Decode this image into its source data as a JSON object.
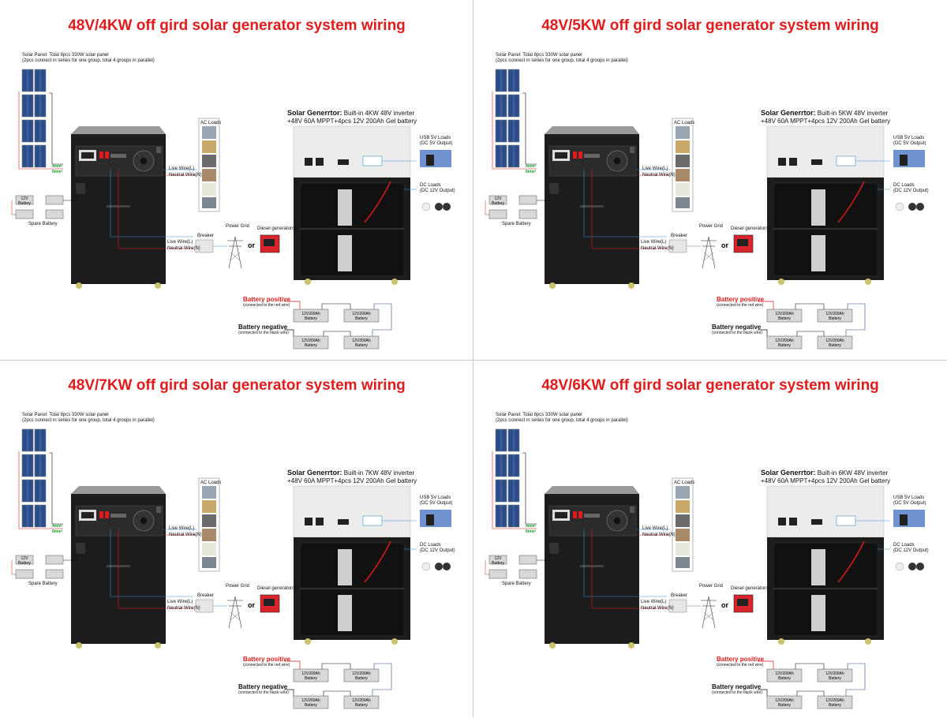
{
  "panels": [
    {
      "title": "48V/4KW off gird solar generator system wiring",
      "solar_line1": "Solar Panel: Total 8pcs  330W solar panel",
      "solar_line2": "(2pcs connect in series for one group, total 4 groups in parallel)",
      "gen_title": "Solar Generrtor:",
      "gen_spec1": "Built-in 4KW 48V inverter",
      "gen_spec2": "+48V 60A MPPT+4pcs 12V 200Ah Gel battery",
      "ac_loads": "AC Loads",
      "usb_loads": "USB 5V Loads",
      "usb_loads_sub": "(DC 5V Output)",
      "dc_loads": "DC Loads",
      "dc_loads_sub": "(DC 12V Output)",
      "live_wire": "Live Wire(L)",
      "neutral_wire": "Neutral Wire(N)",
      "live_wire2": "Live Wire(L)",
      "neutral_wire2": "Neutral Wire(N)",
      "breaker": "Breaker",
      "power_grid": "Power Grid",
      "diesel": "Diesel generators",
      "or": "or",
      "battery_positive": "Battery positive",
      "battery_positive_sub": "(connected to the red wire)",
      "battery_negative": "Battery negative",
      "battery_negative_sub": "(connected to the black wire)",
      "spare_battery": "Spare Battery",
      "wire1": "4mm²",
      "wire2": "6mm²",
      "battery_label": "12V200Ah",
      "battery_label2": "Battery",
      "small_batt": "12V",
      "small_batt2": "Battery"
    },
    {
      "title": "48V/5KW off gird solar generator system wiring",
      "solar_line1": "Solar Panel: Total 8pcs  330W solar panel",
      "solar_line2": "(2pcs connect in series for one group, total 4 groups in parallel)",
      "gen_title": "Solar Generrtor:",
      "gen_spec1": "Built-in 5KW 48V inverter",
      "gen_spec2": "+48V 60A MPPT+4pcs 12V 200Ah Gel battery",
      "ac_loads": "AC Loads",
      "usb_loads": "USB 5V Loads",
      "usb_loads_sub": "(DC 5V Output)",
      "dc_loads": "DC Loads",
      "dc_loads_sub": "(DC 12V Output)",
      "live_wire": "Live Wire(L)",
      "neutral_wire": "Neutral Wire(N)",
      "live_wire2": "Live Wire(L)",
      "neutral_wire2": "Neutral Wire(N)",
      "breaker": "Breaker",
      "power_grid": "Power Grid",
      "diesel": "Diesel generators",
      "or": "or",
      "battery_positive": "Battery positive",
      "battery_positive_sub": "(connected to the red wire)",
      "battery_negative": "Battery negative",
      "battery_negative_sub": "(connected to the black wire)",
      "spare_battery": "Spare Battery",
      "wire1": "4mm²",
      "wire2": "6mm²",
      "battery_label": "12V200Ah",
      "battery_label2": "Battery",
      "small_batt": "12V",
      "small_batt2": "Battery"
    },
    {
      "title": "48V/7KW off gird solar generator system wiring",
      "solar_line1": "Solar Panel: Total 8pcs  330W solar panel",
      "solar_line2": "(2pcs connect in series for one group, total 4 groups in parallel)",
      "gen_title": "Solar Generrtor:",
      "gen_spec1": "Built-in 7KW 48V inverter",
      "gen_spec2": "+48V 60A MPPT+4pcs 12V 200Ah Gel battery",
      "ac_loads": "AC Loads",
      "usb_loads": "USB 5V Loads",
      "usb_loads_sub": "(DC 5V Output)",
      "dc_loads": "DC Loads",
      "dc_loads_sub": "(DC 12V Output)",
      "live_wire": "Live Wire(L)",
      "neutral_wire": "Neutral Wire(N)",
      "live_wire2": "Live Wire(L)",
      "neutral_wire2": "Neutral Wire(N)",
      "breaker": "Breaker",
      "power_grid": "Power Grid",
      "diesel": "Diesel generators",
      "or": "or",
      "battery_positive": "Battery positive",
      "battery_positive_sub": "(connected to the red wire)",
      "battery_negative": "Battery negative",
      "battery_negative_sub": "(connected to the black wire)",
      "spare_battery": "Spare Battery",
      "wire1": "4mm²",
      "wire2": "6mm²",
      "battery_label": "12V200Ah",
      "battery_label2": "Battery",
      "small_batt": "12V",
      "small_batt2": "Battery"
    },
    {
      "title": "48V/6KW off gird solar generator system wiring",
      "solar_line1": "Solar Panel: Total 8pcs  330W solar panel",
      "solar_line2": "(2pcs connect in series for one group, total 4 groups in parallel)",
      "gen_title": "Solar Generrtor:",
      "gen_spec1": "Built-in 6KW 48V inverter",
      "gen_spec2": "+48V 60A MPPT+4pcs 12V 200Ah Gel battery",
      "ac_loads": "AC Loads",
      "usb_loads": "USB 5V Loads",
      "usb_loads_sub": "(DC 5V Output)",
      "dc_loads": "DC Loads",
      "dc_loads_sub": "(DC 12V Output)",
      "live_wire": "Live Wire(L)",
      "neutral_wire": "Neutral Wire(N)",
      "live_wire2": "Live Wire(L)",
      "neutral_wire2": "Neutral Wire(N)",
      "breaker": "Breaker",
      "power_grid": "Power Grid",
      "diesel": "Diesel generators",
      "or": "or",
      "battery_positive": "Battery positive",
      "battery_positive_sub": "(connected to the red wire)",
      "battery_negative": "Battery negative",
      "battery_negative_sub": "(connected to the black wire)",
      "spare_battery": "Spare Battery",
      "wire1": "4mm²",
      "wire2": "6mm²",
      "battery_label": "12V200Ah",
      "battery_label2": "Battery",
      "small_batt": "12V",
      "small_batt2": "Battery"
    }
  ],
  "colors": {
    "title": "#e11b1b",
    "positive_wire": "#e11b1b",
    "live_wire": "#3a8fd6",
    "cabinet": "#1c1c1c",
    "divider": "#c8c8c8"
  },
  "icons": [
    "solar-panel-icon",
    "inverter-cabinet-icon",
    "battery-icon",
    "power-tower-icon",
    "diesel-generator-icon",
    "breaker-icon",
    "ac-load-icon",
    "usb-device-icon",
    "bulb-icon"
  ]
}
